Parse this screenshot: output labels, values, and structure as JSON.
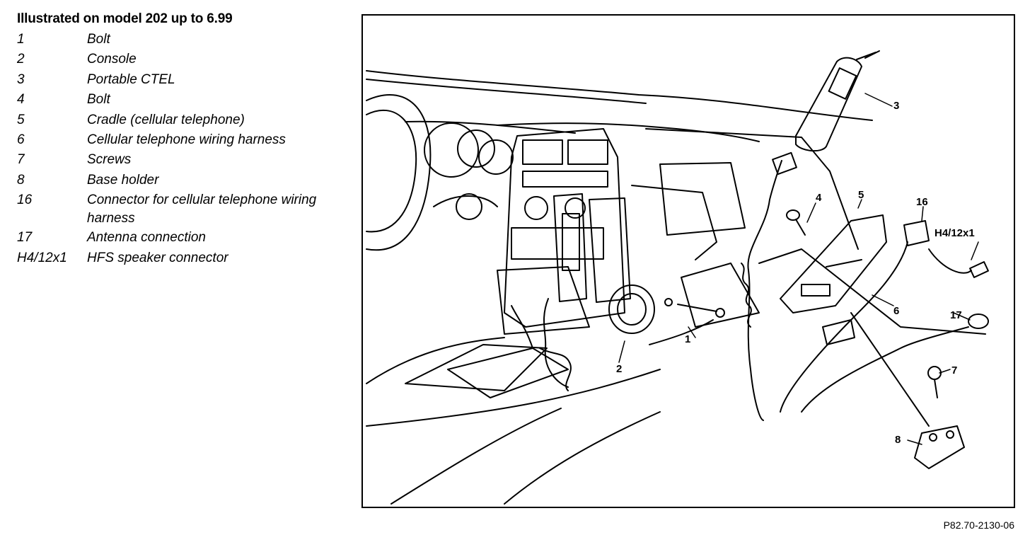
{
  "legend": {
    "title": "Illustrated on model 202 up to 6.99",
    "items": [
      {
        "key": "1",
        "text": "Bolt"
      },
      {
        "key": "2",
        "text": "Console"
      },
      {
        "key": "3",
        "text": "Portable CTEL"
      },
      {
        "key": "4",
        "text": "Bolt"
      },
      {
        "key": "5",
        "text": "Cradle (cellular telephone)"
      },
      {
        "key": "6",
        "text": "Cellular telephone wiring harness"
      },
      {
        "key": "7",
        "text": "Screws"
      },
      {
        "key": "8",
        "text": "Base holder"
      },
      {
        "key": "16",
        "text": "Connector for cellular telephone wiring harness"
      },
      {
        "key": "17",
        "text": "Antenna connection"
      },
      {
        "key": "H4/12x1",
        "text": "HFS speaker connector"
      }
    ]
  },
  "callouts": {
    "c1": "1",
    "c2": "2",
    "c3": "3",
    "c4": "4",
    "c5": "5",
    "c6": "6",
    "c7": "7",
    "c8": "8",
    "c16": "16",
    "c17": "17",
    "ch4": "H4/12x1"
  },
  "figure_ref": "P82.70-2130-06"
}
